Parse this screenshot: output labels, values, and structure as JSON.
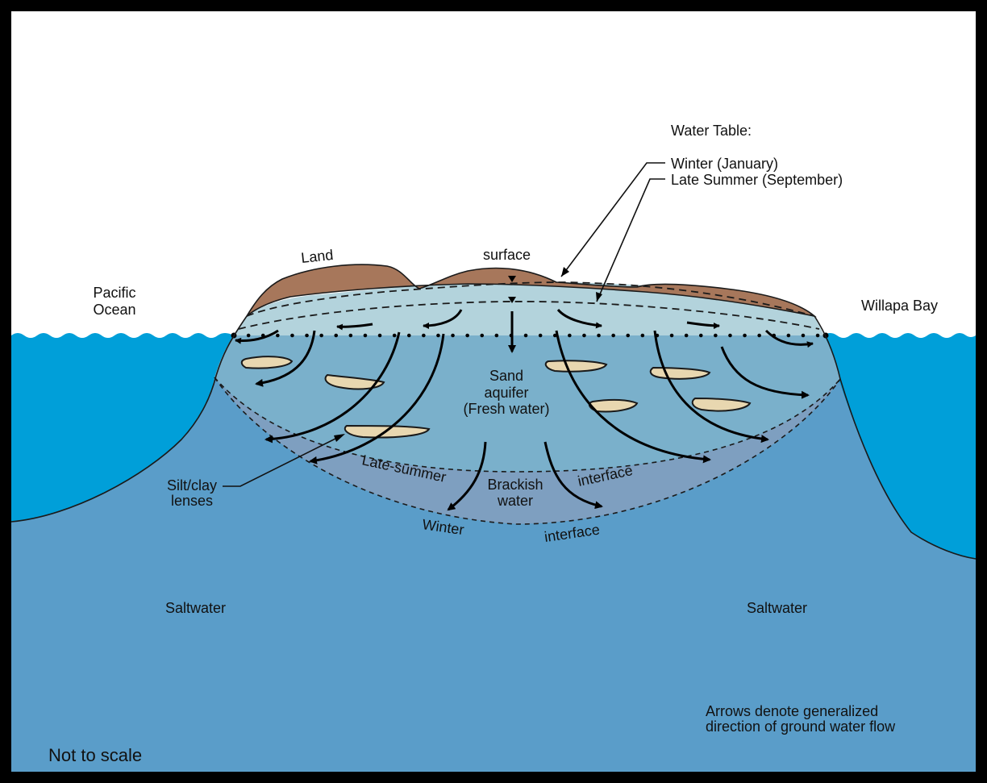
{
  "labels": {
    "land": "Land",
    "surface": "surface",
    "pacific_ocean_line1": "Pacific",
    "pacific_ocean_line2": "Ocean",
    "willapa_bay": "Willapa Bay",
    "water_table_heading": "Water Table:",
    "winter_january": "Winter (January)",
    "late_summer_september": "Late Summer (September)",
    "sand_aquifer_line1": "Sand",
    "sand_aquifer_line2": "aquifer",
    "sand_aquifer_line3": "(Fresh water)",
    "brackish_line1": "Brackish",
    "brackish_line2": "water",
    "late_summer_interface_a": "Late-summer",
    "late_summer_interface_b": "interface",
    "winter_interface_a": "Winter",
    "winter_interface_b": "interface",
    "silt_clay_line1": "Silt/clay",
    "silt_clay_line2": "lenses",
    "saltwater_left": "Saltwater",
    "saltwater_right": "Saltwater",
    "arrows_note_line1": "Arrows denote generalized",
    "arrows_note_line2": "direction of ground water flow",
    "not_to_scale": "Not to scale"
  },
  "colors": {
    "ocean_surface": "#009fd9",
    "saltwater": "#5a9dc9",
    "fresh_aquifer": "#7ab0cb",
    "brackish_zone": "#7e9fc0",
    "vadose_zone": "#b3d3dc",
    "land": "#a7775b",
    "silt_clay_lens": "#e8d7b0",
    "frame": "#000000"
  }
}
